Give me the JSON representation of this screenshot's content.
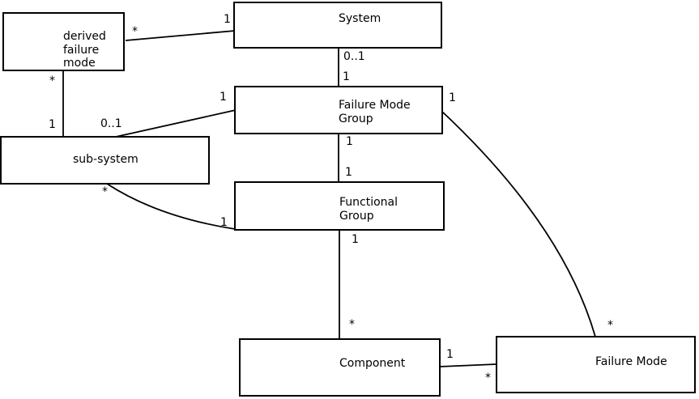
{
  "diagram": {
    "nodes": {
      "derived_failure_mode": {
        "label": "derived\nfailure\nmode"
      },
      "system": {
        "label": "System"
      },
      "failure_mode_group": {
        "label": "Failure Mode\nGroup"
      },
      "sub_system": {
        "label": "sub-system"
      },
      "functional_group": {
        "label": "Functional\nGroup"
      },
      "component": {
        "label": "Component"
      },
      "failure_mode": {
        "label": "Failure Mode"
      }
    },
    "edges": {
      "system__derived_failure_mode": {
        "system_mult": "1",
        "derived_mult": "*"
      },
      "system__failure_mode_group": {
        "system_mult": "0..1",
        "group_mult": "1"
      },
      "derived_failure_mode__sub_system": {
        "derived_mult": "*",
        "sub_mult": "1"
      },
      "failure_mode_group__sub_system": {
        "group_mult": "1",
        "sub_mult": "0..1"
      },
      "failure_mode_group__functional_group": {
        "group_mult": "1",
        "functional_mult": "1"
      },
      "failure_mode_group__failure_mode": {
        "group_mult": "1",
        "failure_mult": "*"
      },
      "sub_system__functional_group": {
        "sub_mult": "*",
        "functional_mult": "1"
      },
      "functional_group__component": {
        "functional_mult": "1",
        "component_mult": "*"
      },
      "component__failure_mode": {
        "component_mult": "1",
        "failure_mult": "*"
      }
    }
  }
}
